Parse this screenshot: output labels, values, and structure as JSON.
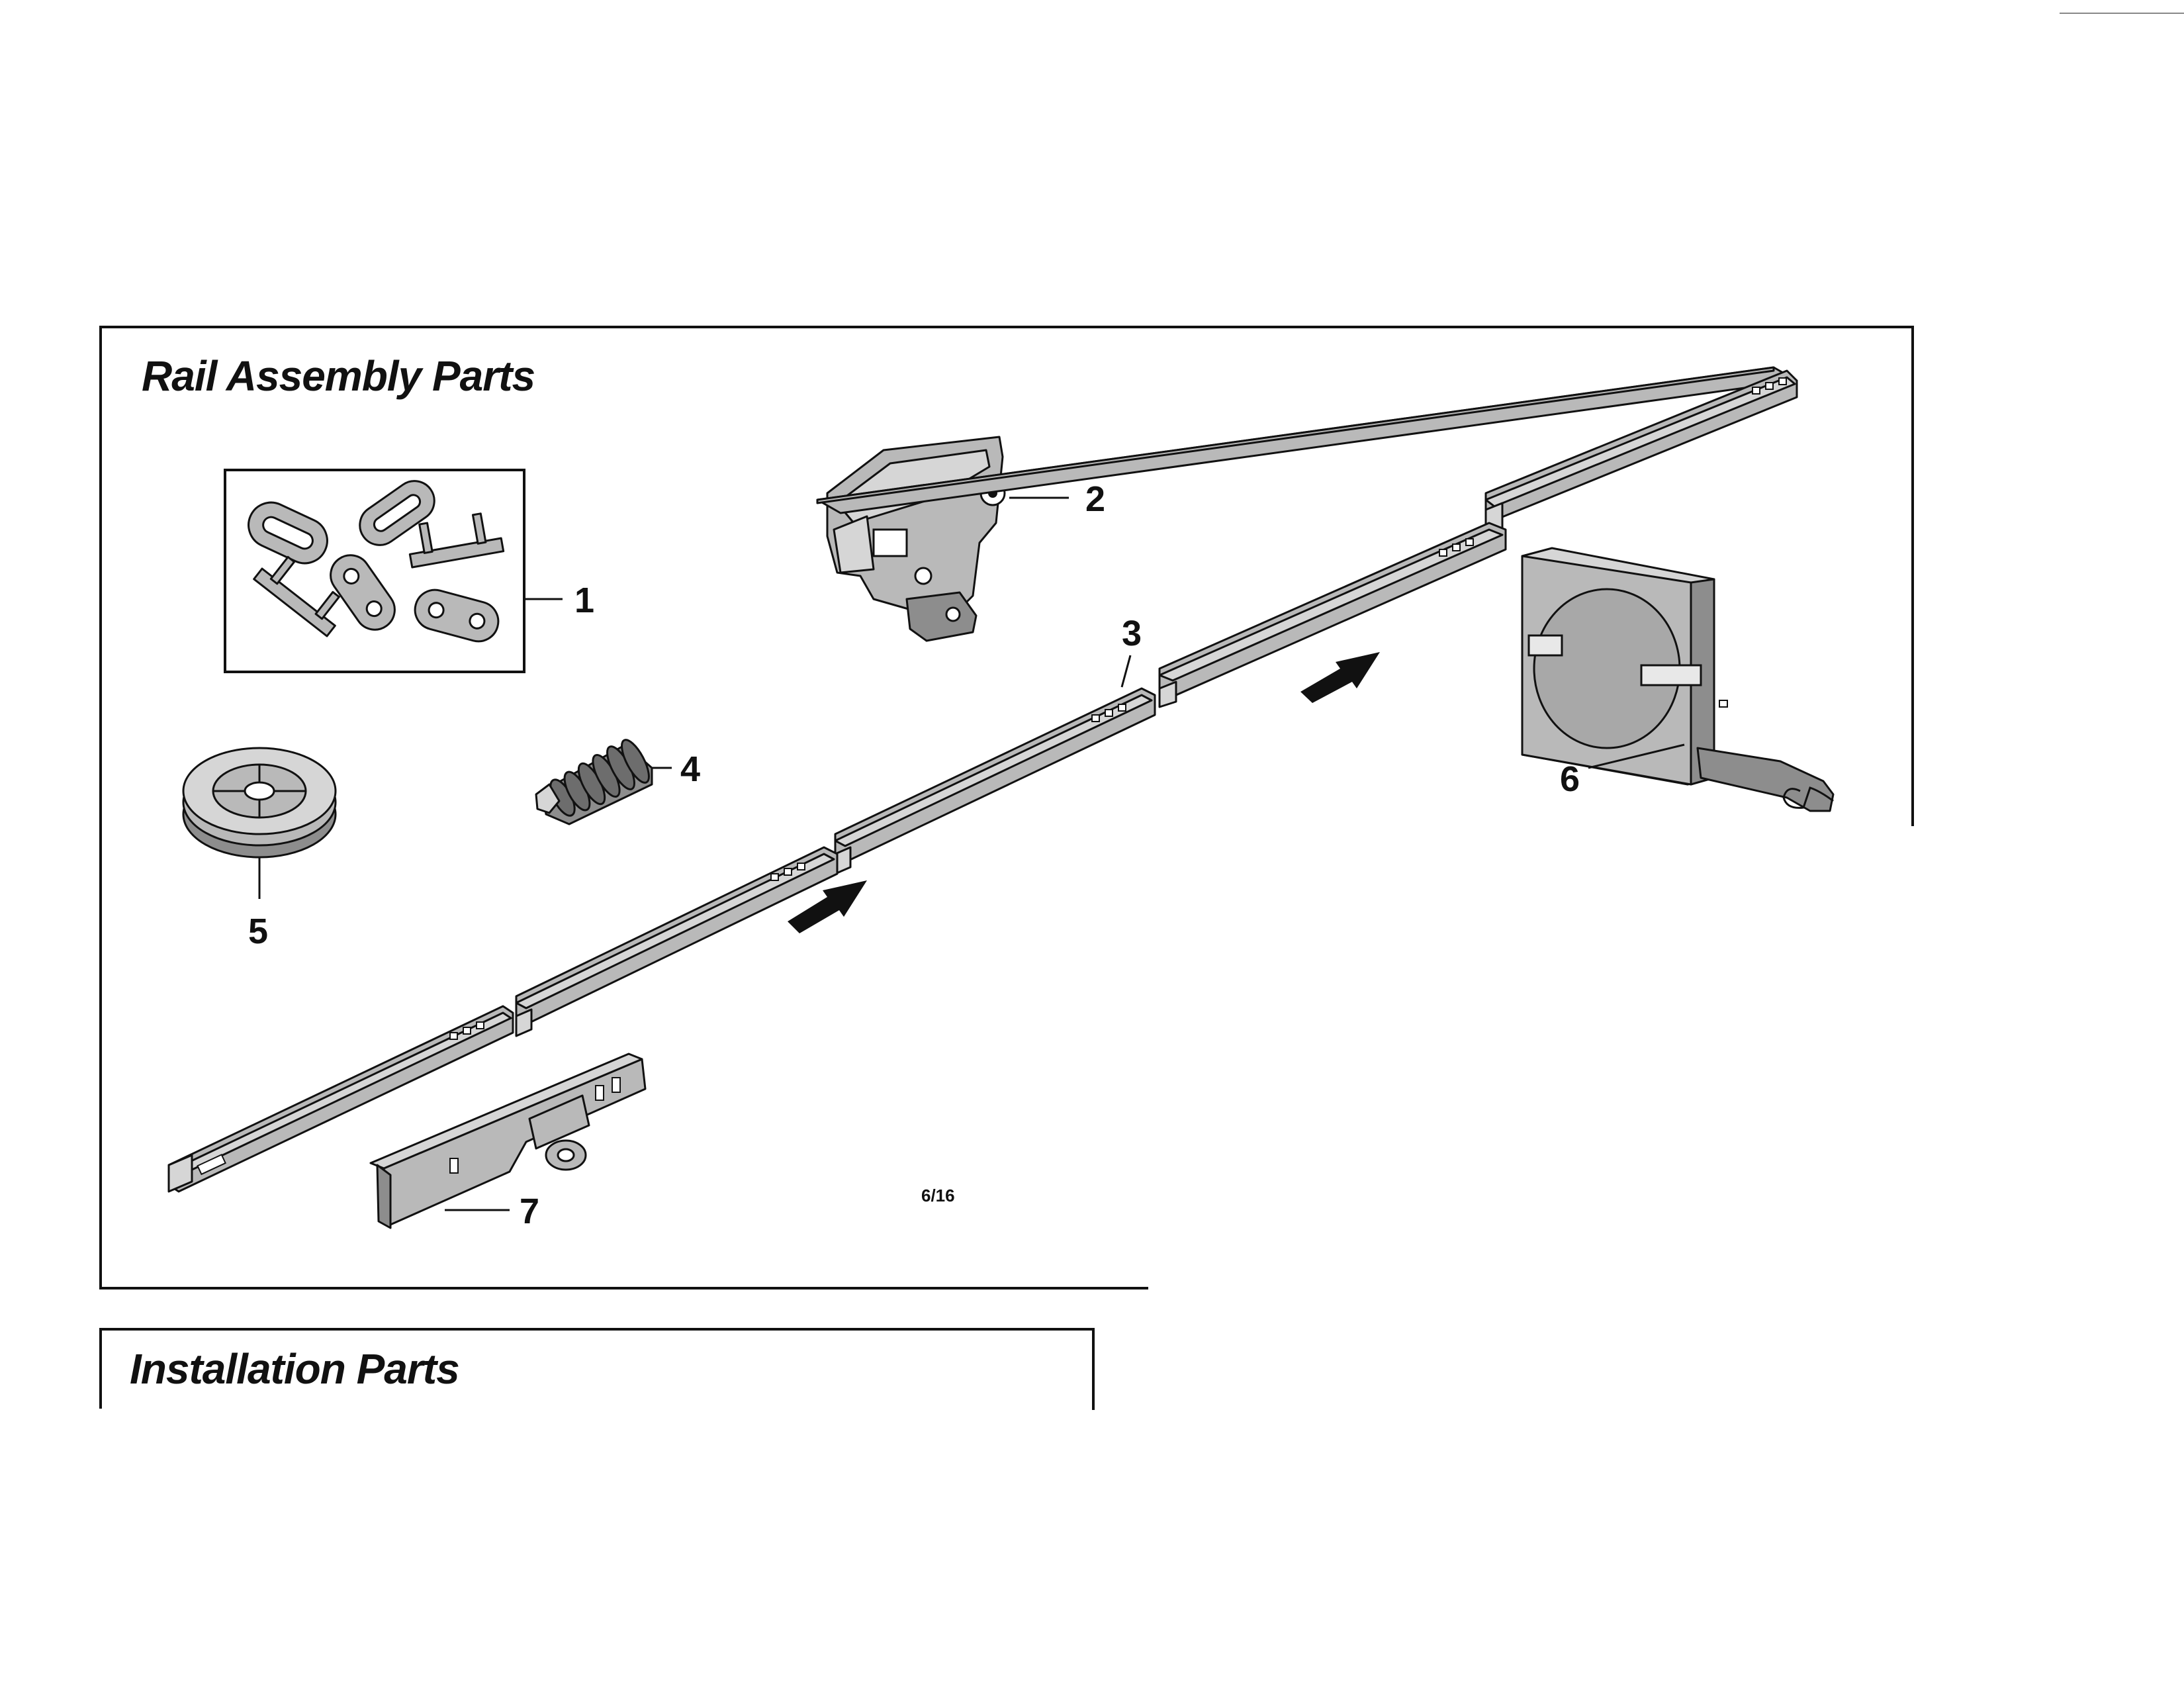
{
  "sections": {
    "rail_assembly_title": "Rail Assembly Parts",
    "installation_title": "Installation Parts"
  },
  "callouts": [
    "1",
    "2",
    "3",
    "4",
    "5",
    "6",
    "7"
  ],
  "page_code": "6/16"
}
